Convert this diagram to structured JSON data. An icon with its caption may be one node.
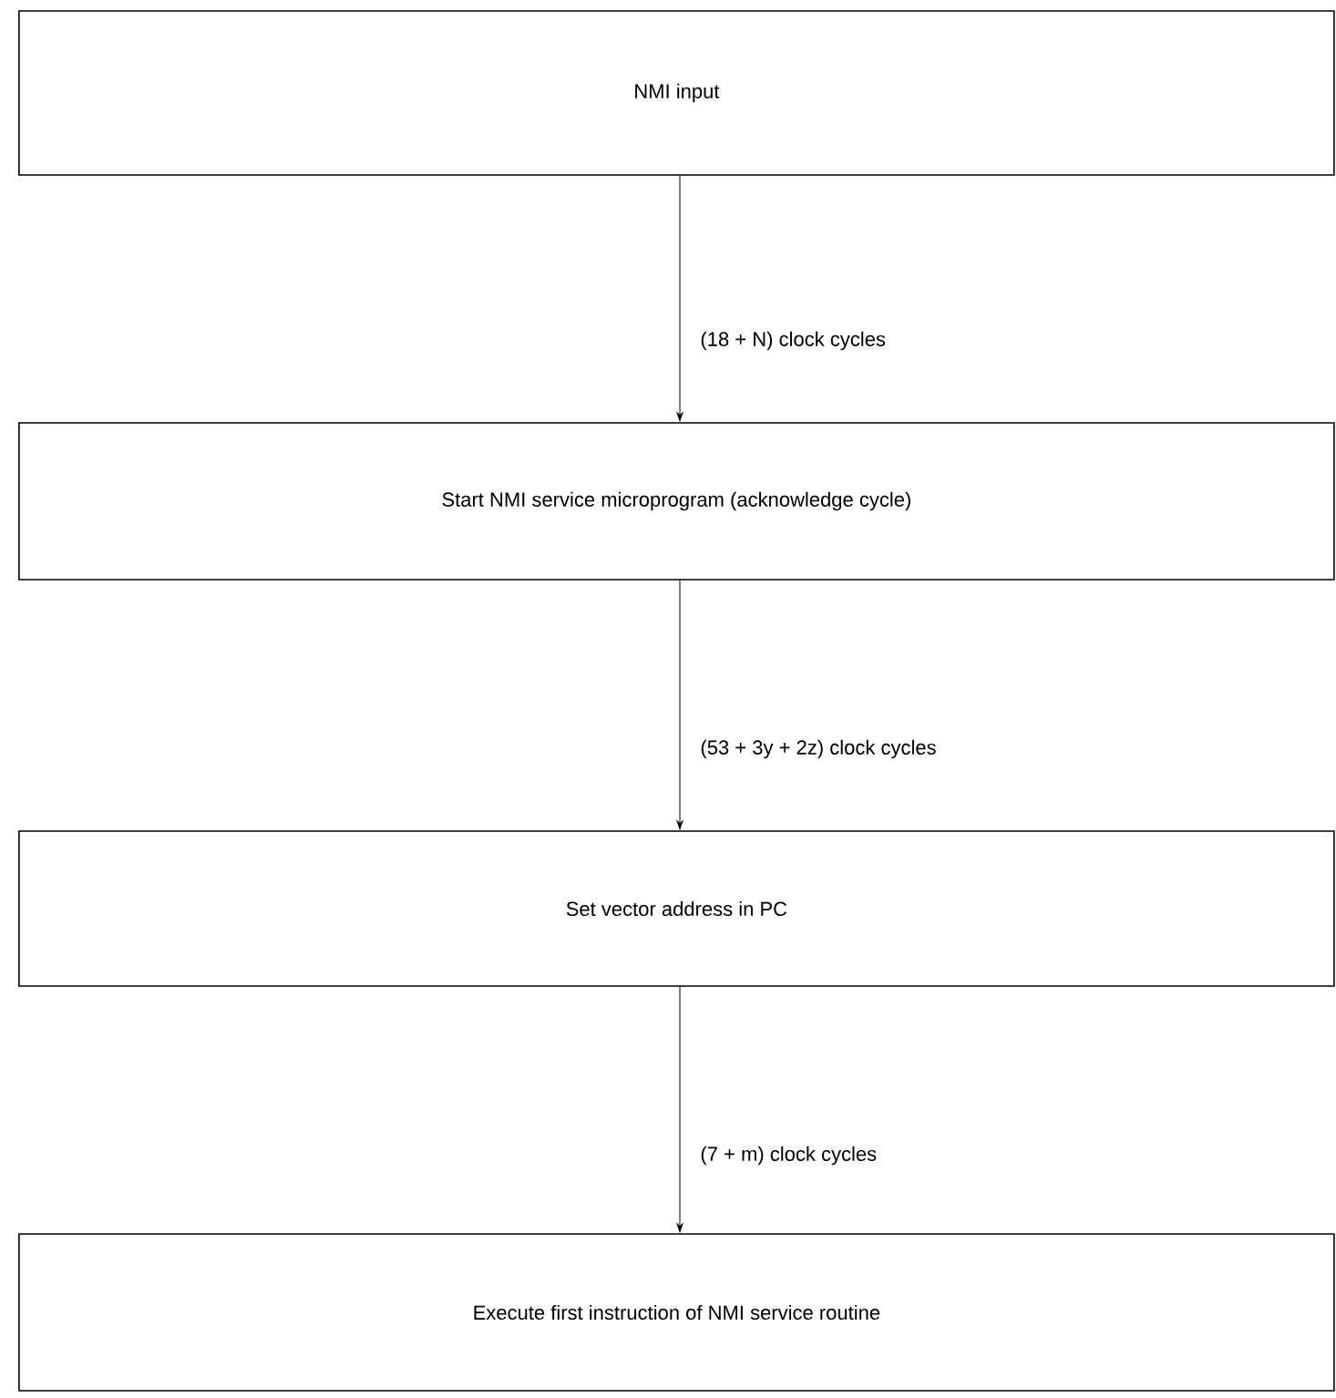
{
  "diagram": {
    "nodes": [
      {
        "text": [
          "NMI input"
        ]
      },
      {
        "text": [
          "Start NMI service microprogram (acknowledge cycle)"
        ]
      },
      {
        "text": [
          "Set vector address in PC"
        ]
      },
      {
        "text": [
          "Execute first instruction of NMI service routine"
        ]
      }
    ],
    "edges": [
      {
        "from": 0,
        "to": 1,
        "arrow": "to",
        "label": "(18 + N) clock cycles"
      },
      {
        "from": 1,
        "to": 2,
        "arrow": "to",
        "label": "(53 + 3y + 2z) clock cycles"
      },
      {
        "from": 2,
        "to": 3,
        "arrow": "to",
        "label": "(7 + m) clock cycles"
      }
    ]
  }
}
